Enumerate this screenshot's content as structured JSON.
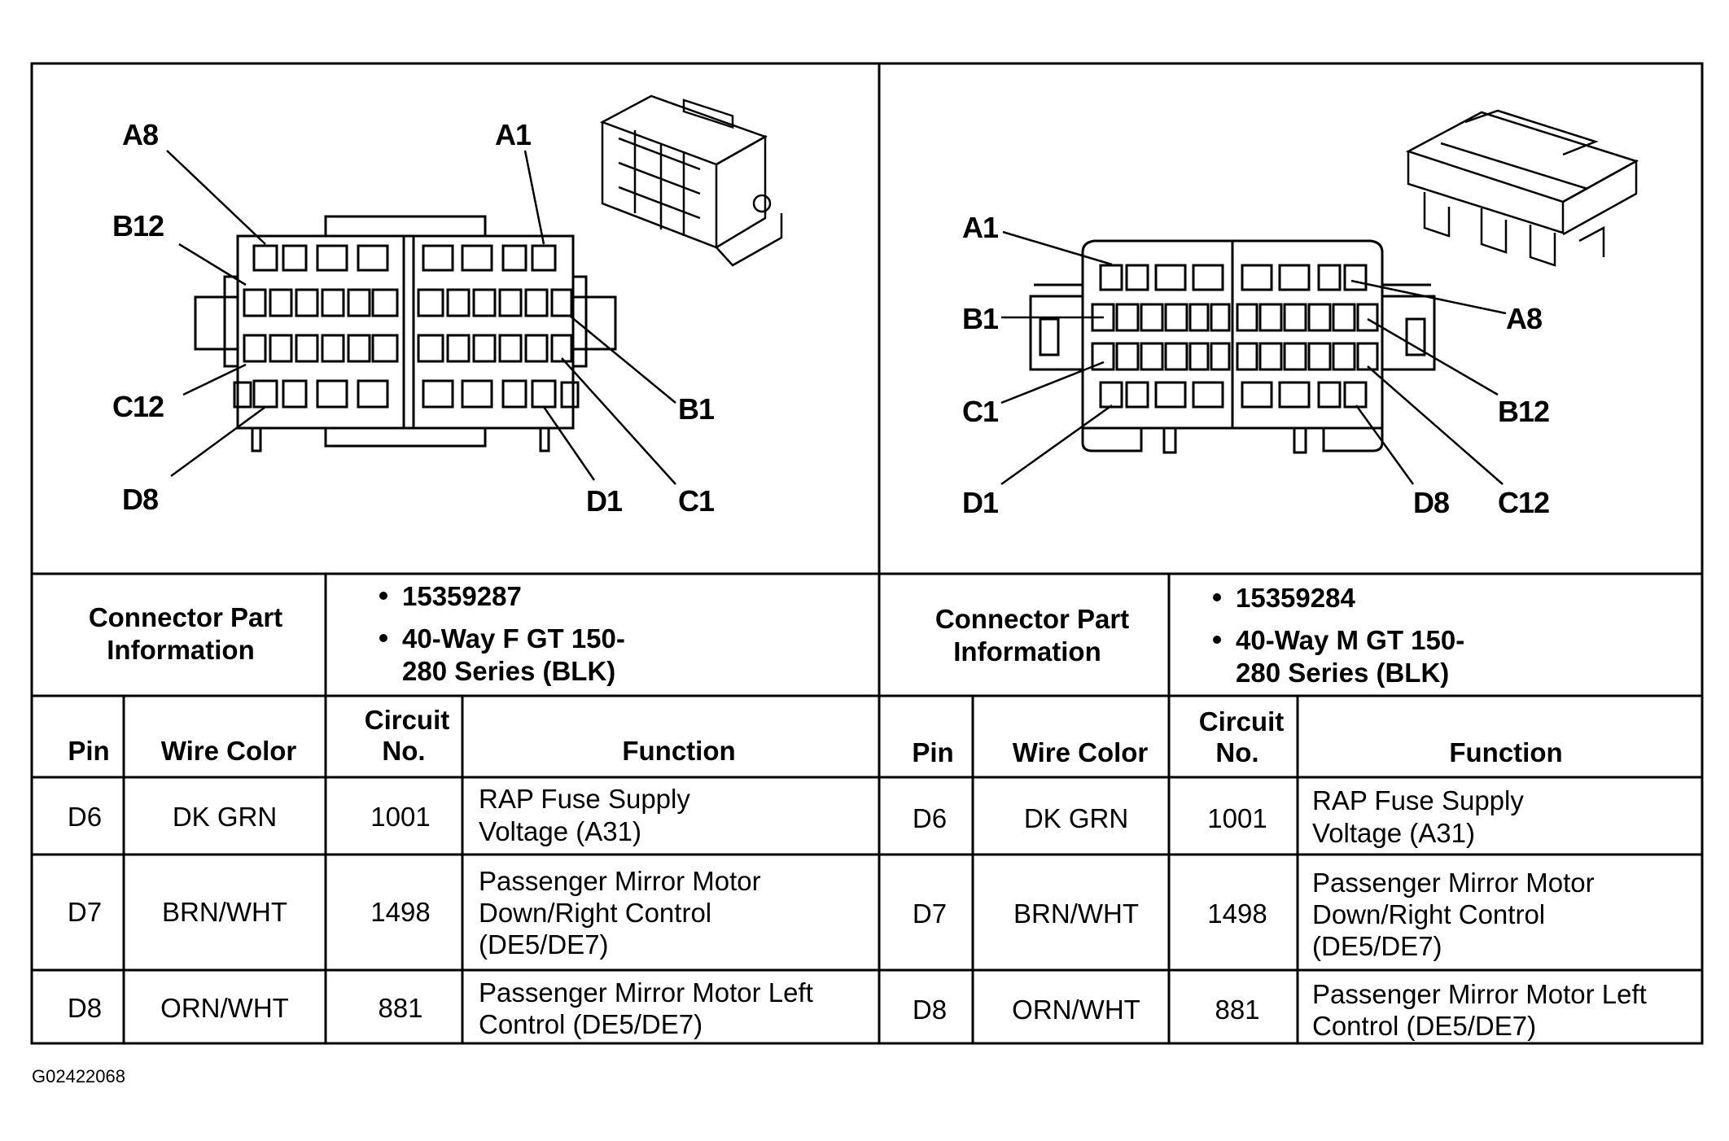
{
  "figure_id": "G02422068",
  "connectors": [
    {
      "pin_labels": {
        "a_first": "A8",
        "a_last": "A1",
        "b_first": "B12",
        "b_last": "B1",
        "c_first": "C12",
        "c_last": "C1",
        "d_first": "D8",
        "d_last": "D1"
      },
      "part_info_label": "Connector Part Information",
      "part_info_label_lines": [
        "Connector Part",
        "Information"
      ],
      "part_number": "15359287",
      "description_lines": [
        "40-Way F GT 150-",
        "280 Series (BLK)"
      ],
      "headers": {
        "pin": "Pin",
        "wire_color": "Wire Color",
        "circuit_lines": [
          "Circuit",
          "No."
        ],
        "function": "Function"
      },
      "rows": [
        {
          "pin": "D6",
          "wire_color": "DK GRN",
          "circuit": "1001",
          "function_lines": [
            "RAP Fuse Supply",
            "Voltage (A31)"
          ]
        },
        {
          "pin": "D7",
          "wire_color": "BRN/WHT",
          "circuit": "1498",
          "function_lines": [
            "Passenger Mirror Motor",
            "Down/Right Control",
            "(DE5/DE7)"
          ]
        },
        {
          "pin": "D8",
          "wire_color": "ORN/WHT",
          "circuit": "881",
          "function_lines": [
            "Passenger Mirror Motor Left",
            "Control (DE5/DE7)"
          ]
        }
      ]
    },
    {
      "pin_labels": {
        "a_first": "A1",
        "a_last": "A8",
        "b_first": "B1",
        "b_last": "B12",
        "c_first": "C1",
        "c_last": "C12",
        "d_first": "D1",
        "d_last": "D8"
      },
      "part_info_label": "Connector Part Information",
      "part_info_label_lines": [
        "Connector Part",
        "Information"
      ],
      "part_number": "15359284",
      "description_lines": [
        "40-Way M GT 150-",
        "280 Series (BLK)"
      ],
      "headers": {
        "pin": "Pin",
        "wire_color": "Wire Color",
        "circuit_lines": [
          "Circuit",
          "No."
        ],
        "function": "Function"
      },
      "rows": [
        {
          "pin": "D6",
          "wire_color": "DK GRN",
          "circuit": "1001",
          "function_lines": [
            "RAP Fuse Supply",
            "Voltage (A31)"
          ]
        },
        {
          "pin": "D7",
          "wire_color": "BRN/WHT",
          "circuit": "1498",
          "function_lines": [
            "Passenger Mirror Motor",
            "Down/Right Control",
            "(DE5/DE7)"
          ]
        },
        {
          "pin": "D8",
          "wire_color": "ORN/WHT",
          "circuit": "881",
          "function_lines": [
            "Passenger Mirror Motor Left",
            "Control (DE5/DE7)"
          ]
        }
      ]
    }
  ]
}
